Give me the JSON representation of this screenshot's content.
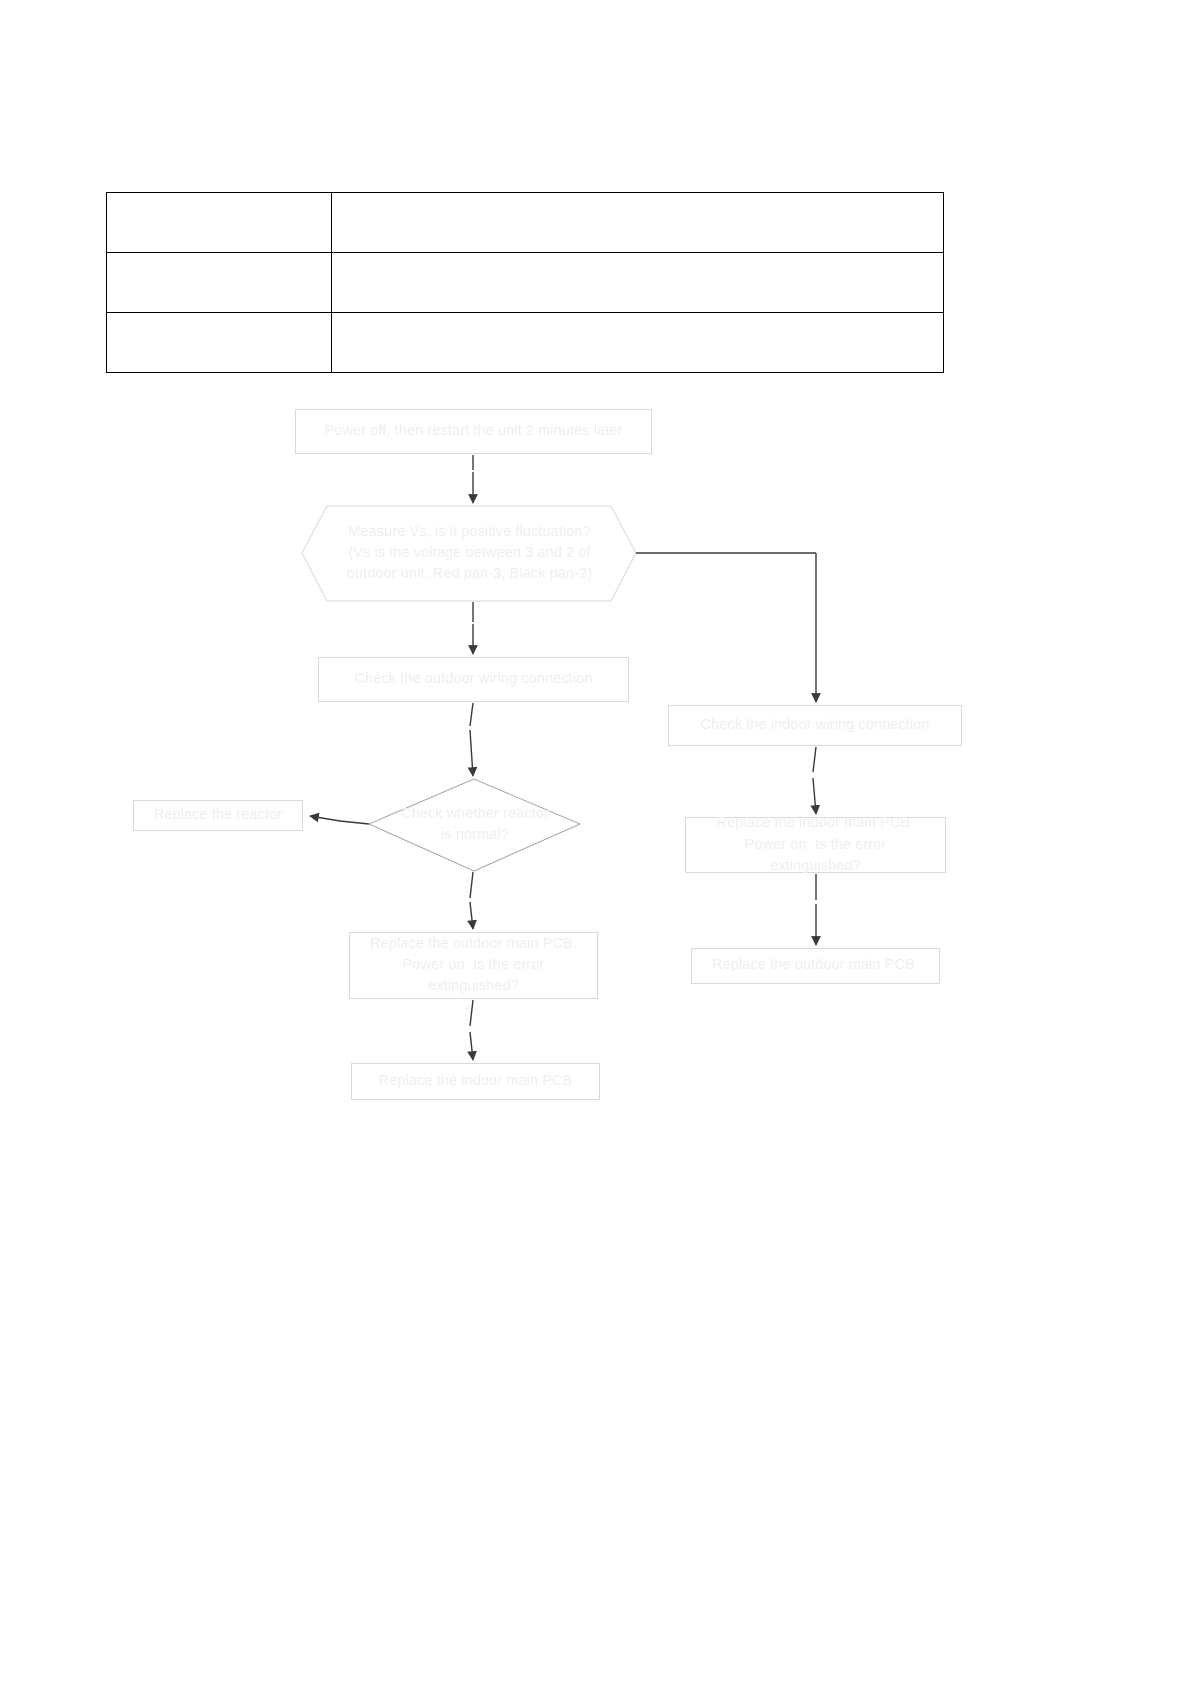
{
  "document": {
    "page_background": "#ffffff",
    "text_color_faded": "#eeeeee",
    "line_color": "#3a3a3a",
    "box_border_color": "#d9d9d9",
    "table_border_color": "#000000"
  },
  "table": {
    "name": "empty-spec-table",
    "rows": [
      {
        "col1": "",
        "col2": ""
      },
      {
        "col1": "",
        "col2": ""
      },
      {
        "col1": "",
        "col2": ""
      }
    ]
  },
  "flowchart": {
    "type": "troubleshooting-flowchart",
    "nodes": [
      {
        "id": "power-off-restart",
        "shape": "rect",
        "text": "Power off, then restart the unit 2 minutes later"
      },
      {
        "id": "measure-vs",
        "shape": "hexagon",
        "text": "Measure  Vs, is it  positive fluctuation?\n(Vs is the voltage between 3 and 2 of\noutdoor unit. Red pan-3, Black pan-2)"
      },
      {
        "id": "check-outdoor-wiring",
        "shape": "rect",
        "text": "Check the outdoor wiring connection"
      },
      {
        "id": "check-reactor",
        "shape": "diamond",
        "text": "Check whether reactor\nis normal?"
      },
      {
        "id": "replace-reactor",
        "shape": "rect",
        "text": "Replace  the reactor"
      },
      {
        "id": "replace-outdoor-pcb",
        "shape": "rect",
        "text": "Replace the outdoor main PCB.\nPower on. Is the error\nextinguished?"
      },
      {
        "id": "replace-indoor-pcb-final",
        "shape": "rect",
        "text": "Replace the indoor main PCB"
      },
      {
        "id": "check-indoor-wiring",
        "shape": "rect",
        "text": "Check the indoor wiring connection"
      },
      {
        "id": "replace-indoor-pcb",
        "shape": "rect",
        "text": "Replace the indoor main PCB.\nPower on. Is the error\nextinguished?"
      },
      {
        "id": "replace-outdoor-pcb-final",
        "shape": "rect",
        "text": "Replace  the outdoor main PCB."
      }
    ],
    "edges": [
      {
        "from": "power-off-restart",
        "to": "measure-vs",
        "label": ""
      },
      {
        "from": "measure-vs",
        "to": "check-outdoor-wiring",
        "label": ""
      },
      {
        "from": "measure-vs",
        "to": "check-indoor-wiring",
        "label": ""
      },
      {
        "from": "check-outdoor-wiring",
        "to": "check-reactor",
        "label": ""
      },
      {
        "from": "check-reactor",
        "to": "replace-reactor",
        "label": ""
      },
      {
        "from": "check-reactor",
        "to": "replace-outdoor-pcb",
        "label": ""
      },
      {
        "from": "replace-outdoor-pcb",
        "to": "replace-indoor-pcb-final",
        "label": ""
      },
      {
        "from": "check-indoor-wiring",
        "to": "replace-indoor-pcb",
        "label": ""
      },
      {
        "from": "replace-indoor-pcb",
        "to": "replace-outdoor-pcb-final",
        "label": ""
      }
    ]
  }
}
